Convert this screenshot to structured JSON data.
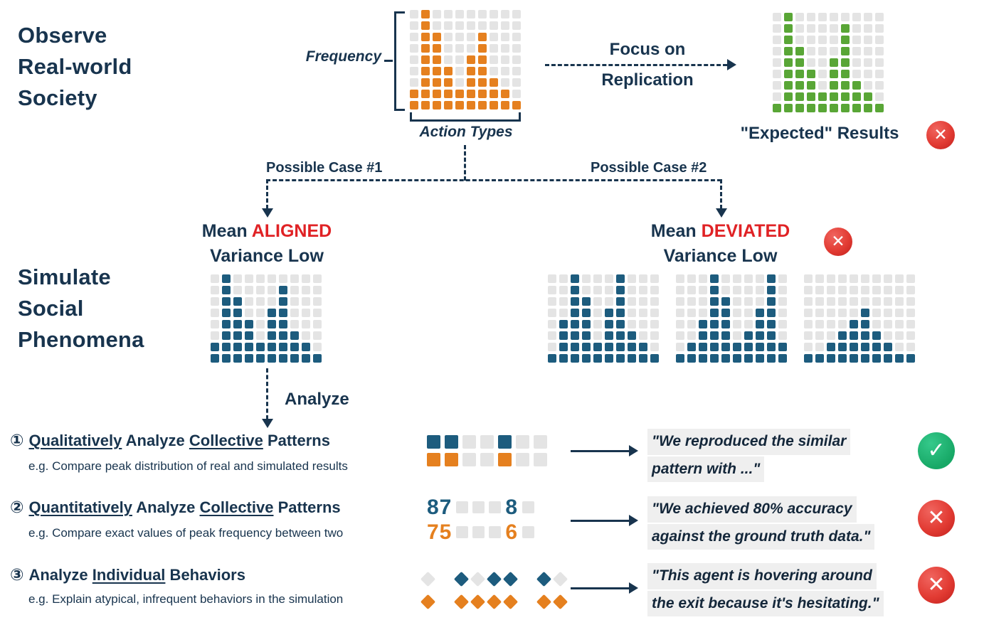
{
  "colors": {
    "navy": "#18344E",
    "red": "#E02225",
    "orange": "#E5801F",
    "green": "#59A636",
    "blue": "#1D5C7E",
    "cellgray": "#E4E4E4",
    "quote_bg": "#EFEFEF",
    "badge_red": "#E23B33",
    "badge_red_hi": "#F0655F",
    "badge_red_lo": "#C01F1C",
    "badge_green": "#17A866",
    "badge_green_hi": "#35C98B"
  },
  "headings": {
    "observe": [
      "Observe",
      "Real-world",
      "Society"
    ],
    "simulate": [
      "Simulate",
      "Social",
      "Phenomena"
    ]
  },
  "labels": {
    "frequency": "Frequency",
    "action_types": "Action Types",
    "focus_line1": "Focus on",
    "focus_line2": "Replication",
    "expected_results": "\"Expected\" Results",
    "case1": "Possible Case #1",
    "case2": "Possible Case #2",
    "mean": "Mean",
    "aligned": "ALIGNED",
    "deviated": "DEVIATED",
    "variance_low": "Variance Low",
    "analyze": "Analyze"
  },
  "icons": {
    "check": "✓",
    "cross": "✕"
  },
  "verdicts": {
    "expected": "cross",
    "deviated": "cross"
  },
  "grids": {
    "observed": {
      "map": {
        "O": "orange"
      },
      "rows": [
        ".O........",
        ".O........",
        ".OO...O...",
        ".OO...O...",
        ".OO..OO...",
        ".OOO.OO...",
        ".OOO.OOO..",
        "OOOOOOOOO.",
        "OOOOOOOOOO"
      ]
    },
    "expected": {
      "map": {
        "G": "green"
      },
      "rows": [
        ".G........",
        ".G....G...",
        ".G....G...",
        ".GG...G...",
        ".GG..GG...",
        ".GGG.GG...",
        ".GGG.GGG..",
        ".GGGGGGGG.",
        "GGGGGGGGGG"
      ]
    },
    "aligned": {
      "map": {
        "B": "blue"
      },
      "rows": [
        ".B........",
        ".B....B...",
        ".BB...B...",
        ".BB..BB...",
        ".BBB.BB...",
        ".BBB.BBB..",
        "BBBBBBBBB.",
        "BBBBBBBBBB"
      ]
    },
    "deviated": [
      {
        "map": {
          "B": "blue"
        },
        "rows": [
          "..B...B...",
          "..B...B...",
          "..BB..B...",
          "..BB.BB...",
          ".BBB.BB...",
          ".BBB.BBB..",
          ".BBBBBBBB.",
          "BBBBBBBBBB"
        ]
      },
      {
        "map": {
          "B": "blue"
        },
        "rows": [
          "...B....B.",
          "...B....B.",
          "...BB...B.",
          "...BB..BB.",
          "..BBB..BB.",
          "..BBB.BBB.",
          ".BBBBBBBBB",
          "BBBBBBBBBB"
        ]
      },
      {
        "map": {
          "B": "blue"
        },
        "rows": [
          "..........",
          "..........",
          "..........",
          ".....B....",
          "....BB....",
          "...BBBB...",
          "..BBBBBB..",
          "BBBBBBBBBB"
        ]
      }
    ]
  },
  "rows": [
    {
      "number": "①",
      "title": [
        {
          "t": "Qualitatively",
          "u": true
        },
        {
          "t": " Analyze ",
          "u": false
        },
        {
          "t": "Collective",
          "u": true
        },
        {
          "t": " Patterns",
          "u": false
        }
      ],
      "subtitle": "e.g. Compare peak distribution of real and simulated results",
      "icon": {
        "map": {
          "B": "blue",
          "O": "orange"
        },
        "rows": [
          "BB..B..",
          "OO..O.."
        ]
      },
      "quote": [
        "\"We reproduced the similar",
        "pattern with ...\""
      ],
      "verdict": "check"
    },
    {
      "number": "②",
      "title": [
        {
          "t": "Quantitatively",
          "u": true
        },
        {
          "t": " Analyze ",
          "u": false
        },
        {
          "t": "Collective",
          "u": true
        },
        {
          "t": " Patterns",
          "u": false
        }
      ],
      "subtitle": "e.g. Compare exact values of peak frequency between two",
      "icon": {
        "lines": [
          {
            "big": "87",
            "small": "8",
            "color": "blue",
            "mid": 3,
            "end": 1
          },
          {
            "big": "75",
            "small": "6",
            "color": "orange",
            "mid": 3,
            "end": 1
          }
        ]
      },
      "quote": [
        "\"We achieved 80% accuracy",
        "against the ground truth data.\""
      ],
      "verdict": "cross"
    },
    {
      "number": "③",
      "title": [
        {
          "t": "Analyze ",
          "u": false
        },
        {
          "t": "Individual",
          "u": true
        },
        {
          "t": " Behaviors",
          "u": false
        }
      ],
      "subtitle": "e.g. Explain atypical, infrequent behaviors in the simulation",
      "icon": {
        "lines": [
          [
            "gray",
            "space",
            "blue",
            "gray",
            "blue",
            "blue",
            "space",
            "blue",
            "gray"
          ],
          [
            "orange",
            "space",
            "orange",
            "orange",
            "orange",
            "orange",
            "space",
            "orange",
            "orange"
          ]
        ]
      },
      "quote": [
        "\"This agent is hovering around",
        "the exit because it's hesitating.\""
      ],
      "verdict": "cross"
    }
  ]
}
